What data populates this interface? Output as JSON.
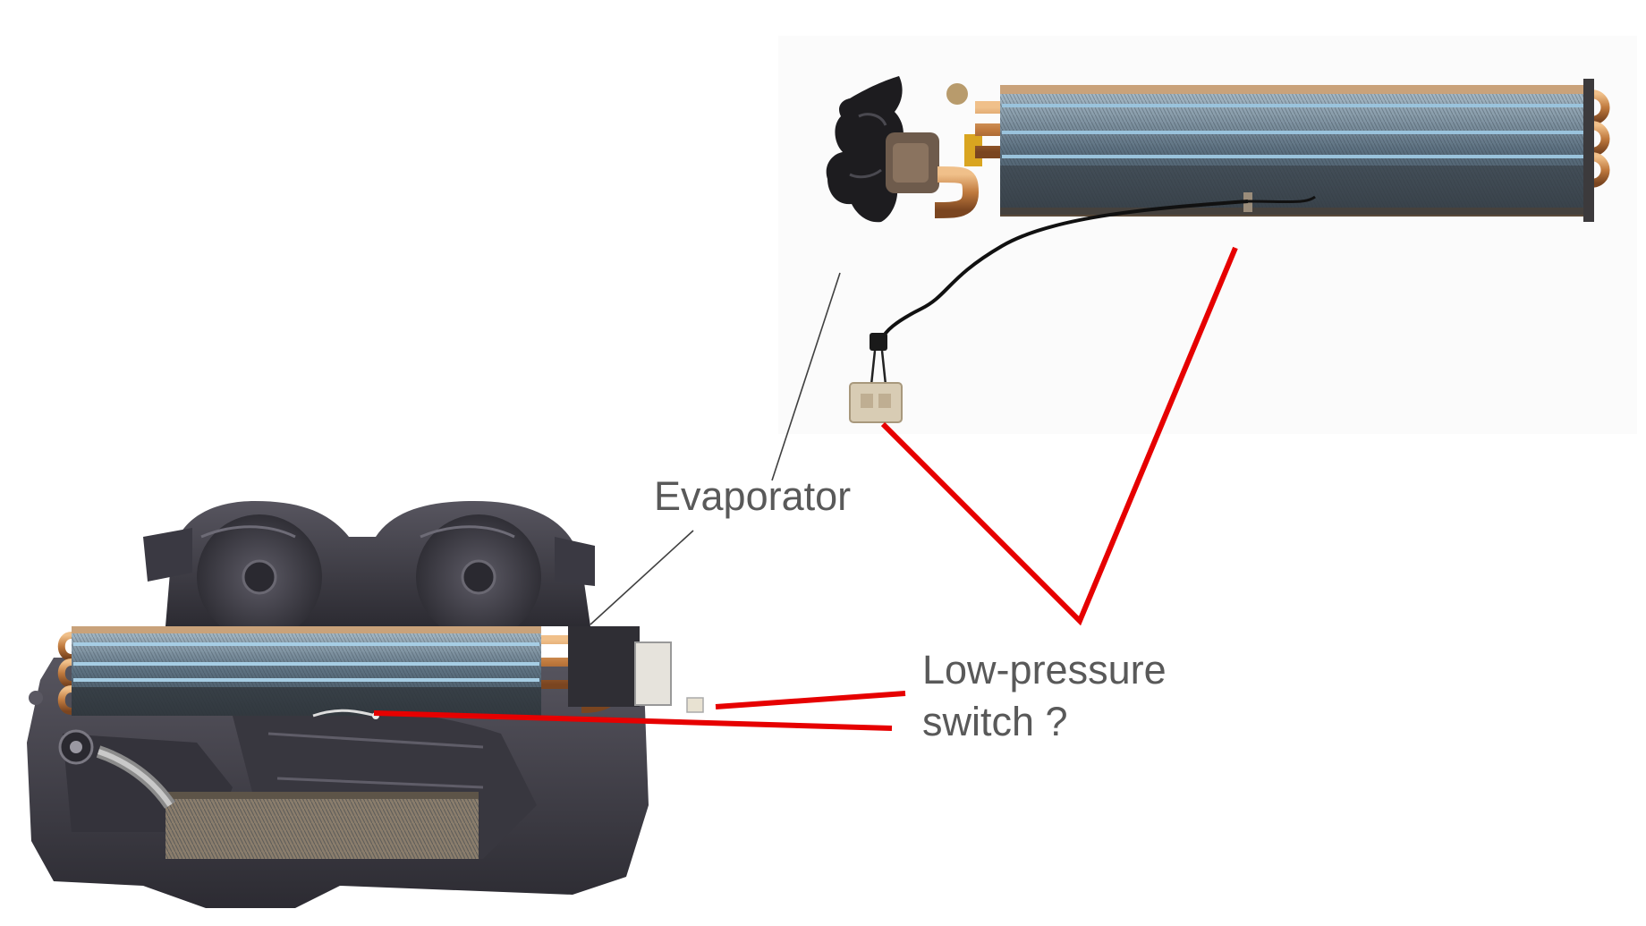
{
  "labels": {
    "evaporator": "Evaporator",
    "low_pressure_switch_line1": "Low-pressure",
    "low_pressure_switch_line2": "switch ?"
  },
  "colors": {
    "background": "#ffffff",
    "label_text": "#595959",
    "callout_red": "#e60000",
    "leader_gray": "#404040",
    "copper": "#c07a3e",
    "housing_plastic": "#3c3a44",
    "fin_blue": "#6fa4c4",
    "body_dark": "#2b2a2f"
  },
  "images": {
    "evaporator_detail_photo": "evaporator-with-expansion-valve-and-sensor-wire",
    "hvac_module_photo": "hvac-housing-with-blower-fans-and-evaporator"
  }
}
